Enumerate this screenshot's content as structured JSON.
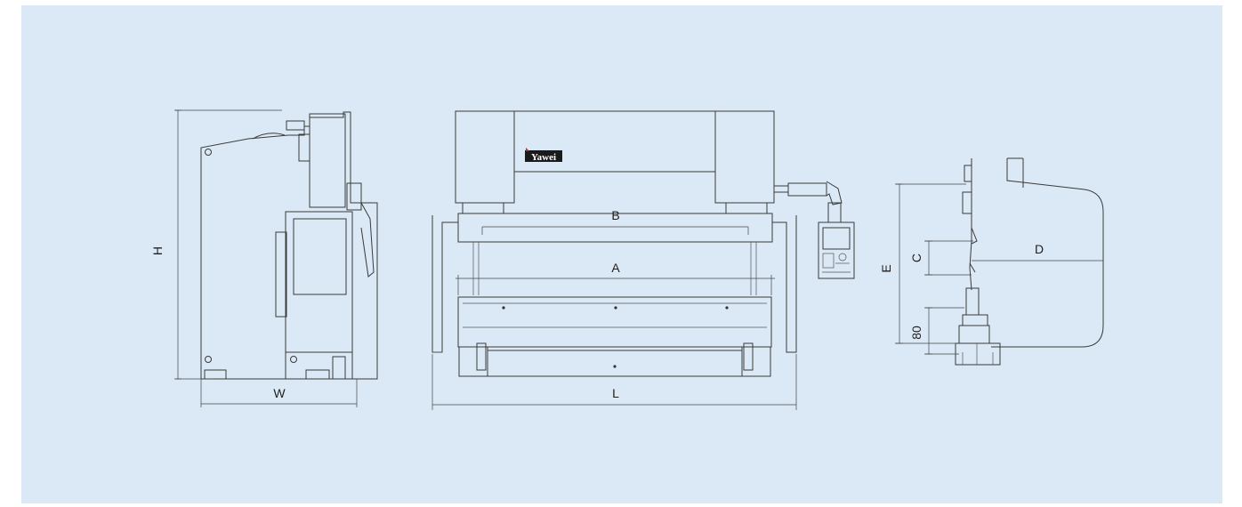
{
  "colors": {
    "background": "#dbe9f6",
    "line": "#3a3a3a"
  },
  "brand": {
    "logo_text": "Yawei"
  },
  "dimensions": {
    "height": "H",
    "width": "W",
    "length": "L",
    "bed_length": "A",
    "column_distance": "B",
    "stroke": "C",
    "throat_depth": "D",
    "open_height": "E",
    "fixed_value": "80"
  }
}
